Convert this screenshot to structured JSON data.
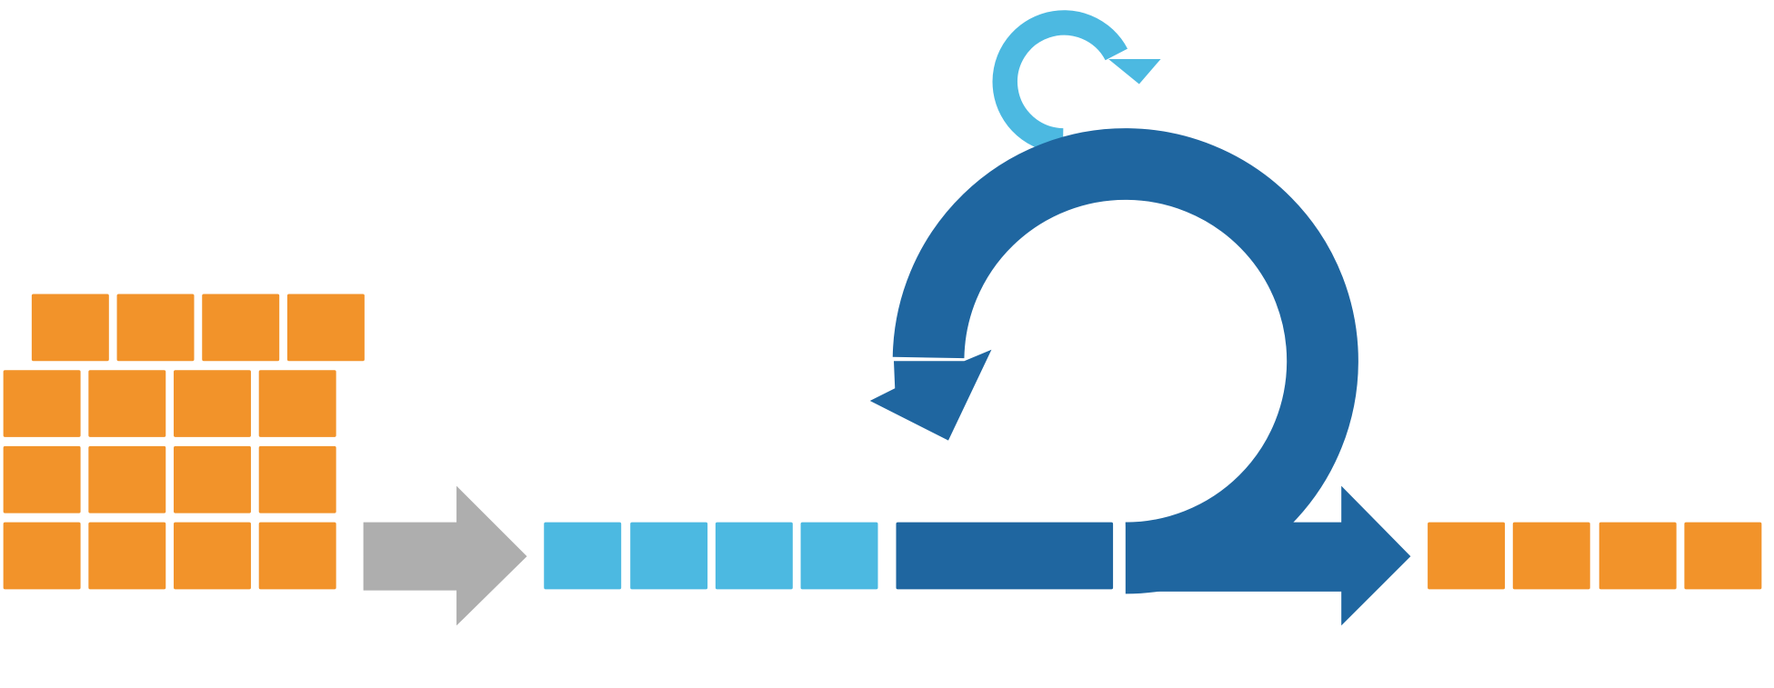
{
  "diagram": {
    "colors": {
      "backlog": "#F2932A",
      "increment": "#F2932A",
      "sprint_items": "#4CB9E1",
      "daily_loop": "#4CB9E1",
      "sprint_loop": "#1F66A0",
      "sprint_bar": "#1F66A0",
      "flow_arrow": "#AEAEAE"
    },
    "icons": [
      "backlog-grid",
      "flow-arrow",
      "sprint-cycle-arrow",
      "daily-cycle-arrow",
      "increment-row"
    ]
  }
}
